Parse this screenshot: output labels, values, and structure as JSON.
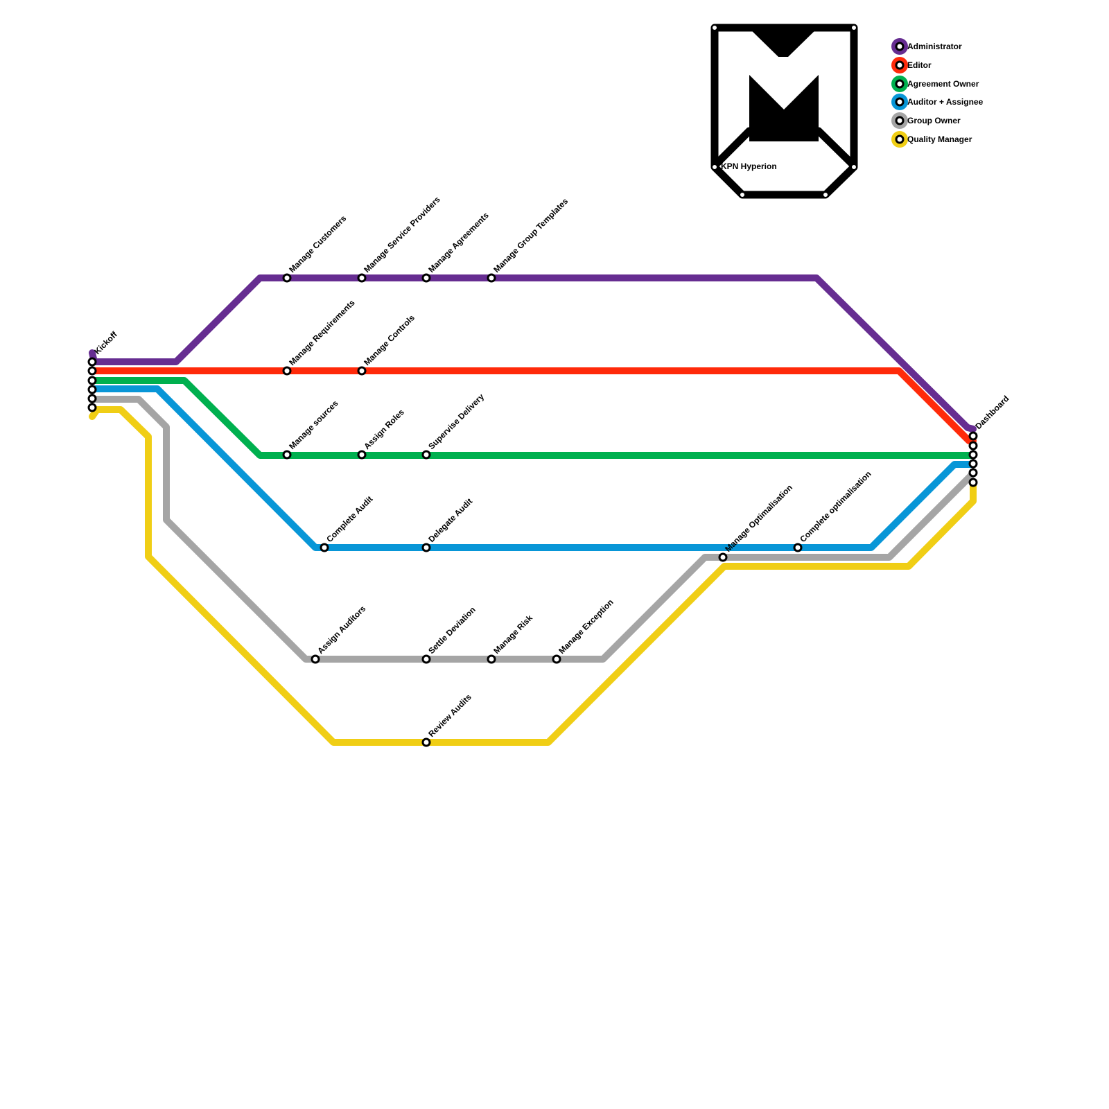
{
  "brand": {
    "label": "KPN Hyperion",
    "logo_icon": "m-logo-icon"
  },
  "colors": {
    "administrator": "#662d91",
    "editor": "#ff2a0a",
    "agreement_owner": "#00b04f",
    "auditor_assignee": "#0896d7",
    "group_owner": "#a5a5a5",
    "quality_manager": "#f0ce15"
  },
  "legend": [
    {
      "label": "Administrator",
      "color": "#662d91"
    },
    {
      "label": "Editor",
      "color": "#ff2a0a"
    },
    {
      "label": "Agreement Owner",
      "color": "#00b04f"
    },
    {
      "label": "Auditor + Assignee",
      "color": "#0896d7"
    },
    {
      "label": "Group Owner",
      "color": "#a5a5a5"
    },
    {
      "label": "Quality Manager",
      "color": "#f0ce15"
    }
  ],
  "terminals": {
    "start": "Kickoff",
    "end": "Dashboard"
  },
  "stations": {
    "manage_customers": "Manage Customers",
    "manage_service_providers": "Manage Service Providers",
    "manage_agreements": "Manage Agreements",
    "manage_group_templates": "Manage Group Templates",
    "manage_requirements": "Manage Requirements",
    "manage_controls": "Manage Controls",
    "manage_sources": "Manage sources",
    "assign_roles": "Assign Roles",
    "supervise_delivery": "Supervise Delivery",
    "complete_audit": "Complete Audit",
    "delegate_audit": "Delegate Audit",
    "manage_optimalisation": "Manage Optimalisation",
    "complete_optimalisation": "Complete optimalisation",
    "assign_auditors": "Assign Auditors",
    "settle_deviation": "Settle Deviation",
    "manage_risk": "Manage Risk",
    "manage_exception": "Manage Exception",
    "review_audits": "Review Audits"
  }
}
